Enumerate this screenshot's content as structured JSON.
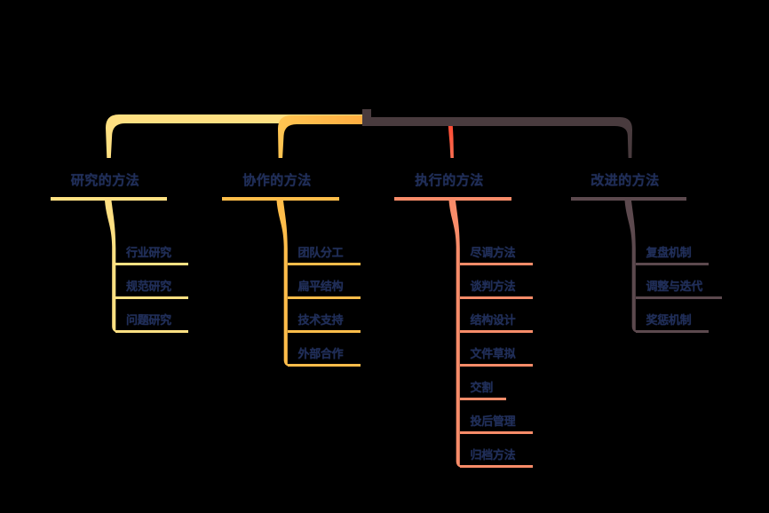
{
  "canvas": {
    "background": "#000000",
    "text_color": "#202E58"
  },
  "mindmap": {
    "root": {
      "label": "",
      "color": "#493B3E"
    },
    "branches": [
      {
        "label": "研究的方法",
        "color": "#FFE082",
        "trunk_color": "#FFE082",
        "children": [
          "行业研究",
          "规范研究",
          "问题研究"
        ]
      },
      {
        "label": "协作的方法",
        "color": "#FFBD4A",
        "trunk_color": "#FFB843",
        "children": [
          "团队分工",
          "扁平结构",
          "技术支持",
          "外部合作"
        ]
      },
      {
        "label": "执行的方法",
        "color": "#F98C69",
        "trunk_color": "#FF4A33",
        "children": [
          "尽调方法",
          "谈判方法",
          "结构设计",
          "文件草拟",
          "交割",
          "投后管理",
          "归档方法"
        ]
      },
      {
        "label": "改进的方法",
        "color": "#5C494E",
        "trunk_color": "#493B3E",
        "children": [
          "复盘机制",
          "调整与迭代",
          "奖惩机制"
        ]
      }
    ]
  }
}
